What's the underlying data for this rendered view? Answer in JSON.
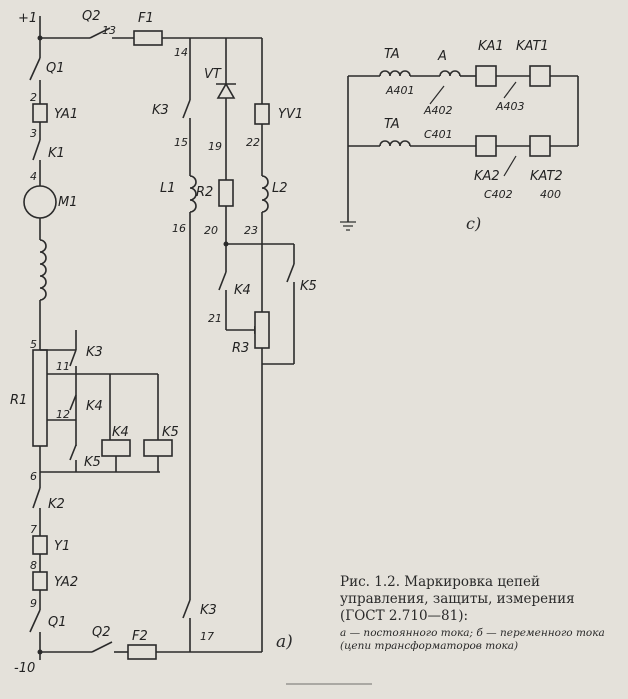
{
  "figure": {
    "caption_title": "Рис. 1.2. Маркировка цепей управления, защиты, измерения (ГОСТ 2.710—81):",
    "caption_note": "а — постоянного тока; б — переменного тока (цепи трансформаторов тока)",
    "sublabel_a": "а)",
    "sublabel_c": "с)"
  },
  "diagram_a": {
    "terminals": [
      "+1",
      "-10"
    ],
    "components": [
      "Q2",
      "F1",
      "Q1",
      "YA1",
      "K1",
      "M1",
      "K3",
      "VT",
      "YV1",
      "L1",
      "R2",
      "L2",
      "K4",
      "K5",
      "R3",
      "R1",
      "K3",
      "K4",
      "K5",
      "K4",
      "K5",
      "K2",
      "Y1",
      "YA2",
      "Q1",
      "Q2",
      "F2",
      "K3"
    ],
    "nodes": [
      "13",
      "14",
      "2",
      "3",
      "4",
      "15",
      "19",
      "22",
      "16",
      "20",
      "23",
      "21",
      "5",
      "11",
      "12",
      "6",
      "7",
      "8",
      "9",
      "17"
    ]
  },
  "diagram_c": {
    "components": [
      "TA",
      "A",
      "KA1",
      "KAT1",
      "TA",
      "KA2",
      "KAT2"
    ],
    "nodes": [
      "A401",
      "A402",
      "A403",
      "C401",
      "C402",
      "400"
    ]
  }
}
